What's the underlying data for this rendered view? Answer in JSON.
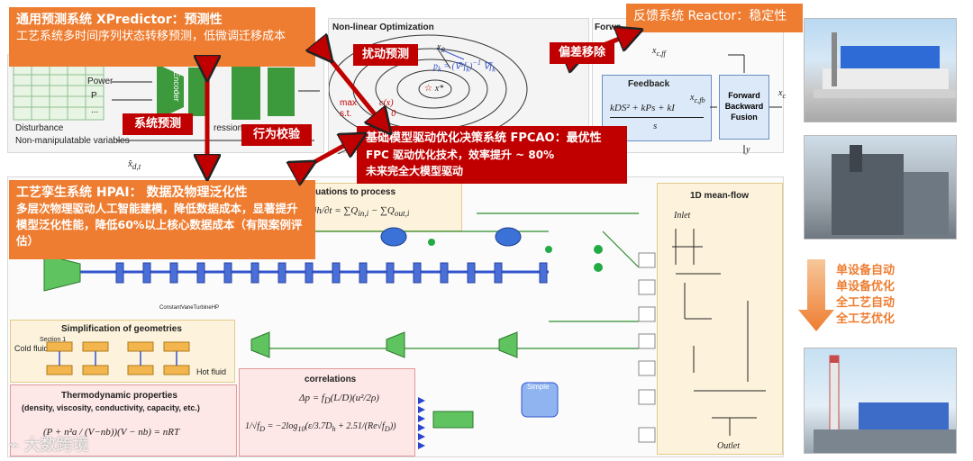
{
  "top_left_box": {
    "title": "通用预测系统 XPredictor：预测性",
    "body": "工艺系统多时间序列状态转移预测，低微调迁移成本"
  },
  "top_right_box": {
    "title": "反馈系统 Reactor：稳定性"
  },
  "center_box": {
    "title": "基础模型驱动优化决策系统 FPCAO：最优性",
    "line1": "FPC 驱动优化技术，效率提升 ~ 80%",
    "line2": "未来完全大模型驱动"
  },
  "left_mid_box": {
    "title": "工艺孪生系统 HPAI： 数据及物理泛化性",
    "body": "多层次物理驱动人工智能建模，降低数据成本，显著提升模型泛化性能，降低60%以上核心数据成本（有限案例评估）"
  },
  "red_labels": {
    "disturb_predict": "扰动预测",
    "bias_removal": "偏差移除",
    "system_predict": "系统预测",
    "behavior_calib": "行为校验"
  },
  "predictor_panel": {
    "power": "Power",
    "p": "P",
    "dots": "...",
    "disturbance": "Disturbance",
    "nonmanip": "Non-manipulatable variables",
    "encoder": "Encoder",
    "xhat": "x̂",
    "xhat_sub": "d,t",
    "regression": "ression"
  },
  "optimization_panel": {
    "title": "Non-linear Optimization",
    "x0": "x",
    "pk": "p",
    "max": "max",
    "st": "s.t.",
    "xstar": "x*",
    "eq_ci": "c(x)",
    "eq_zero": "= 0"
  },
  "feedback_panel": {
    "title_clip": "Forwa",
    "xcff": "x",
    "feedback_label": "Feedback",
    "feedback_formula_num": "kDS² + kPs + kI",
    "feedback_formula_den": "s",
    "xcfb": "x",
    "fbf1": "Forward",
    "fbf2": "Backward",
    "fbf3": "Fusion",
    "xc": "x",
    "y": "y"
  },
  "process_panel": {
    "equations_title": "quations to process",
    "simplification_title": "Simplification of geometries",
    "cold_fluid": "Cold fluid",
    "hot_fluid": "Hot fluid",
    "section1": "Section 1",
    "thermo_title": "Thermodynamic properties",
    "thermo_sub": "(density, viscosity, conductivity, capacity, etc.)",
    "correlations_title": "correlations",
    "meanflow_title": "1D mean-flow",
    "inlet": "Inlet",
    "outlet": "Outlet",
    "simple": "Simple",
    "turbine_label": "ConstantVaneTurbineHP"
  },
  "right_side": {
    "line1": "单设备自动",
    "line2": "单设备优化",
    "line3": "全工艺自动",
    "line4": "全工艺优化"
  },
  "watermark": "大数跨境",
  "colors": {
    "orange": "#ee7d31",
    "red": "#c00000",
    "pipe_blue": "#3355cc",
    "node_green": "#22aa44"
  }
}
